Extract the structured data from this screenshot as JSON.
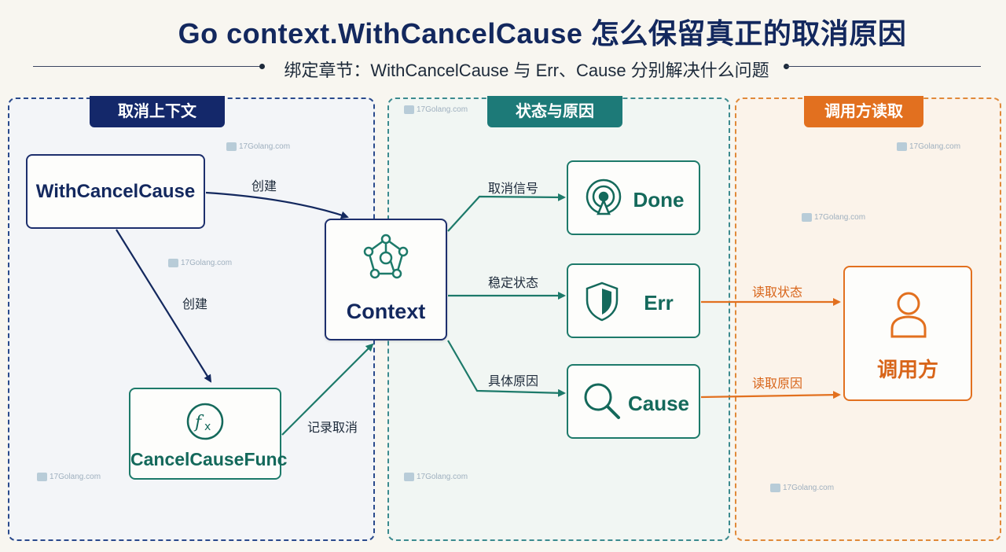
{
  "header": {
    "title": "Go context.WithCancelCause 怎么保留真正的取消原因",
    "subtitle": "绑定章节：WithCancelCause 与 Err、Cause 分别解决什么问题"
  },
  "panels": {
    "left": "取消上下文",
    "middle": "状态与原因",
    "right": "调用方读取"
  },
  "nodes": {
    "with_cancel_cause": "WithCancelCause",
    "cancel_cause_func": "CancelCauseFunc",
    "context": "Context",
    "done": "Done",
    "err": "Err",
    "cause": "Cause",
    "caller": "调用方"
  },
  "edges": {
    "create_context": "创建",
    "create_func": "创建",
    "record_cancel": "记录取消",
    "cancel_signal": "取消信号",
    "stable_state": "稳定状态",
    "specific_cause": "具体原因",
    "read_state": "读取状态",
    "read_cause": "读取原因"
  },
  "watermark": "17Golang.com",
  "colors": {
    "navy": "#13285e",
    "teal": "#1d7a6a",
    "orange": "#e2701f"
  },
  "icons": {
    "cancel_cause_func": "function-fx-icon",
    "context": "network-graph-icon",
    "done": "signal-broadcast-icon",
    "err": "shield-icon",
    "cause": "magnifier-icon",
    "caller": "person-icon"
  }
}
